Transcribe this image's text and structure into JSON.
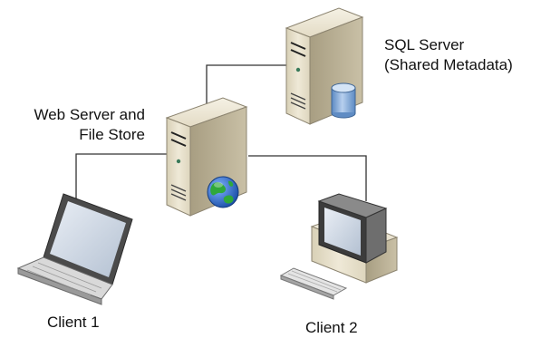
{
  "diagram": {
    "nodes": {
      "sql_server": {
        "line1": "SQL Server",
        "line2": "(Shared Metadata)",
        "icon": "database-server-icon"
      },
      "web_server": {
        "line1": "Web Server and",
        "line2": "File Store",
        "icon": "web-server-icon"
      },
      "client1": {
        "label": "Client 1",
        "icon": "laptop-icon"
      },
      "client2": {
        "label": "Client 2",
        "icon": "desktop-computer-icon"
      }
    },
    "connections": [
      {
        "from": "web_server",
        "to": "sql_server"
      },
      {
        "from": "web_server",
        "to": "client1"
      },
      {
        "from": "web_server",
        "to": "client2"
      }
    ],
    "colors": {
      "connector": "#333333",
      "server_body": "#E6DFC9",
      "server_side": "#B3A98C",
      "globe_blue": "#2E6FD0",
      "globe_green": "#2FA83A",
      "database_blue": "#7FA9D8"
    }
  }
}
